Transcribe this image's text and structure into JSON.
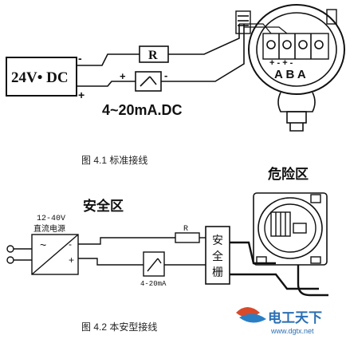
{
  "fig1": {
    "supply_label": "24V• DC",
    "minus_sign": "-",
    "plus_sign": "+",
    "resistor_label": "R",
    "meter_plus": "+",
    "meter_minus": "-",
    "current_label": "4~20mA.DC",
    "terminal_signs": "+ - + -",
    "terminal_letters": "A B A",
    "caption": "图 4.1 标准接线"
  },
  "fig2": {
    "safe_zone": "安全区",
    "danger_zone": "危险区",
    "supply_voltage": "12-40V",
    "supply_name": "直流电源",
    "supply_symbol": "~",
    "supply_minus": "-",
    "supply_plus": "+",
    "resistor_label": "R",
    "meter_label": "4-20mA",
    "barrier_label": "安全栅",
    "caption": "图 4.2 本安型接线"
  },
  "watermark": {
    "brand": "电工天下",
    "url": "www.dgtx.net"
  }
}
